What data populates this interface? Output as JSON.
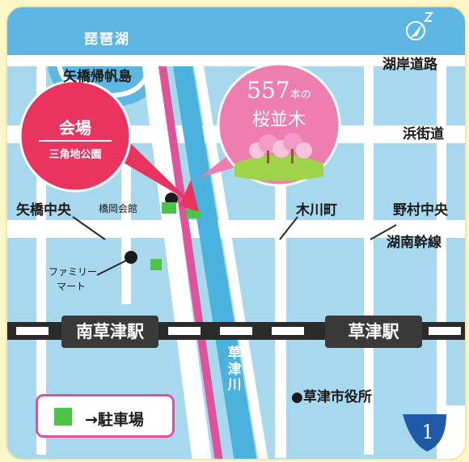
{
  "lake": {
    "name": "琵琶湖"
  },
  "places": {
    "harbor": "矢橋帰帆島",
    "community_hall": "橋岡会館",
    "family_mart_line1": "ファミリー",
    "family_mart_line2": "マート",
    "city_hall": "●草津市役所"
  },
  "roads": {
    "lakeshore": "湖岸道路",
    "hama_kaido": "浜街道",
    "yabase_chuo": "矢橋中央",
    "kigawa_cho": "木川町",
    "nomura_chuo": "野村中央",
    "konan_kansen": "湖南幹線"
  },
  "venue": {
    "title": "会場",
    "name": "三角地公園"
  },
  "sakura": {
    "count": "557",
    "unit": "本の",
    "name": "桜並木"
  },
  "stations": {
    "minami_kusatsu": "南草津駅",
    "kusatsu": "草津駅"
  },
  "river": {
    "chars": [
      "草",
      "津",
      "川"
    ]
  },
  "legend": {
    "parking": "→駐車場"
  },
  "route": {
    "number": "1"
  },
  "colors": {
    "water": "#a7d8ee",
    "road": "#ffffff",
    "river": "#4bb1dd",
    "pink": "#e0529b",
    "venue_red": "#e8345e",
    "parking_green": "#4cc44a",
    "lake_dark": "#5db7e2"
  }
}
